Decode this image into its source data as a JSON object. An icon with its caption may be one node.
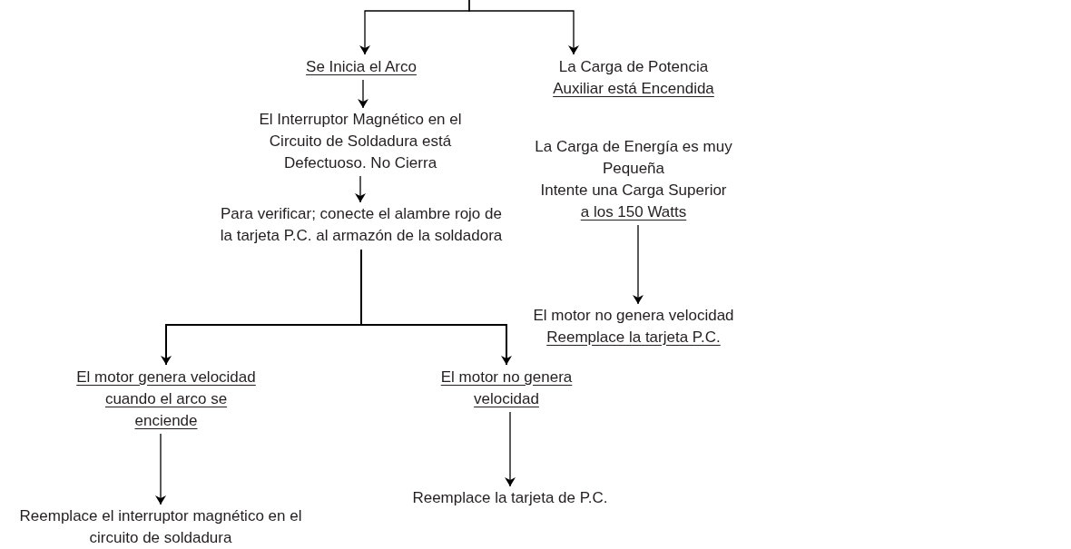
{
  "diagram": {
    "nodes": [
      {
        "text": [
          "Se Inicia el Arco"
        ]
      },
      {
        "text": [
          "La Carga de Potencia",
          "Auxiliar está Encendida"
        ]
      },
      {
        "text": [
          "El Interruptor Magnético en el Circuito de Soldadura está Defectuoso. No Cierra"
        ]
      },
      {
        "text": [
          "Para verificar; conecte el alambre rojo de la tarjeta P.C. al armazón de la soldadora"
        ]
      },
      {
        "text": [
          "La Carga de Energía es muy Pequeña",
          "Intente una Carga Superior",
          "a los 150 Watts"
        ]
      },
      {
        "text": [
          "El motor no genera velocidad",
          "Reemplace la tarjeta P.C."
        ]
      },
      {
        "text": [
          "El motor genera velocidad cuando el arco se enciende"
        ]
      },
      {
        "text": [
          "El motor no genera velocidad"
        ]
      },
      {
        "text": [
          "Reemplace el interruptor magnético en el circuito de soldadura"
        ]
      },
      {
        "text": [
          "Reemplace la tarjeta de P.C."
        ]
      }
    ],
    "edges": [
      {
        "from": null,
        "to": 0,
        "arrow": "to"
      },
      {
        "from": null,
        "to": 1,
        "arrow": "to"
      },
      {
        "from": 0,
        "to": 2,
        "arrow": "to"
      },
      {
        "from": 2,
        "to": 3,
        "arrow": "to"
      },
      {
        "from": 4,
        "to": 5,
        "arrow": "to"
      },
      {
        "from": 3,
        "to": 6,
        "arrow": "to"
      },
      {
        "from": 3,
        "to": 7,
        "arrow": "to"
      },
      {
        "from": 6,
        "to": 8,
        "arrow": "to"
      },
      {
        "from": 7,
        "to": 9,
        "arrow": "to"
      }
    ]
  }
}
